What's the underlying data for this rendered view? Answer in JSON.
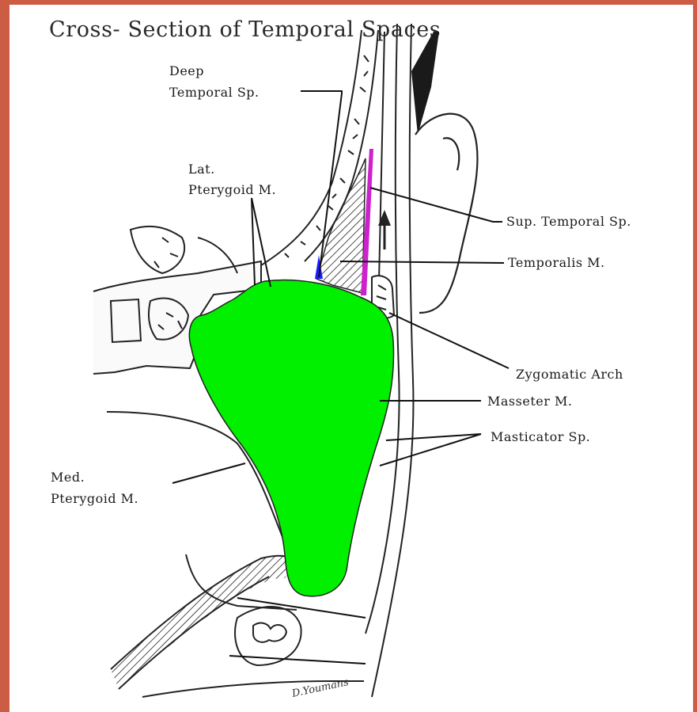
{
  "title": "Cross- Section of Temporal Spaces",
  "labels": {
    "deep_temporal_line1": "Deep",
    "deep_temporal_line2": "Temporal Sp.",
    "lat_pterygoid_line1": "Lat.",
    "lat_pterygoid_line2": "Pterygoid  M.",
    "sup_temporal": "Sup. Temporal Sp.",
    "temporalis": "Temporalis M.",
    "zygomatic_arch": "Zygomatic Arch",
    "masseter": "Masseter M.",
    "masticator": "Masticator Sp.",
    "med_pterygoid_line1": "Med.",
    "med_pterygoid_line2": "Pterygoid M."
  },
  "signature": "D.Youmans",
  "colors": {
    "frame": "#cd5c45",
    "masticator_fill": "#00f000",
    "deep_temporal_fill": "#1a1aff",
    "sup_temporal_fill": "#cc22cc",
    "ink": "#1a1a1a"
  }
}
